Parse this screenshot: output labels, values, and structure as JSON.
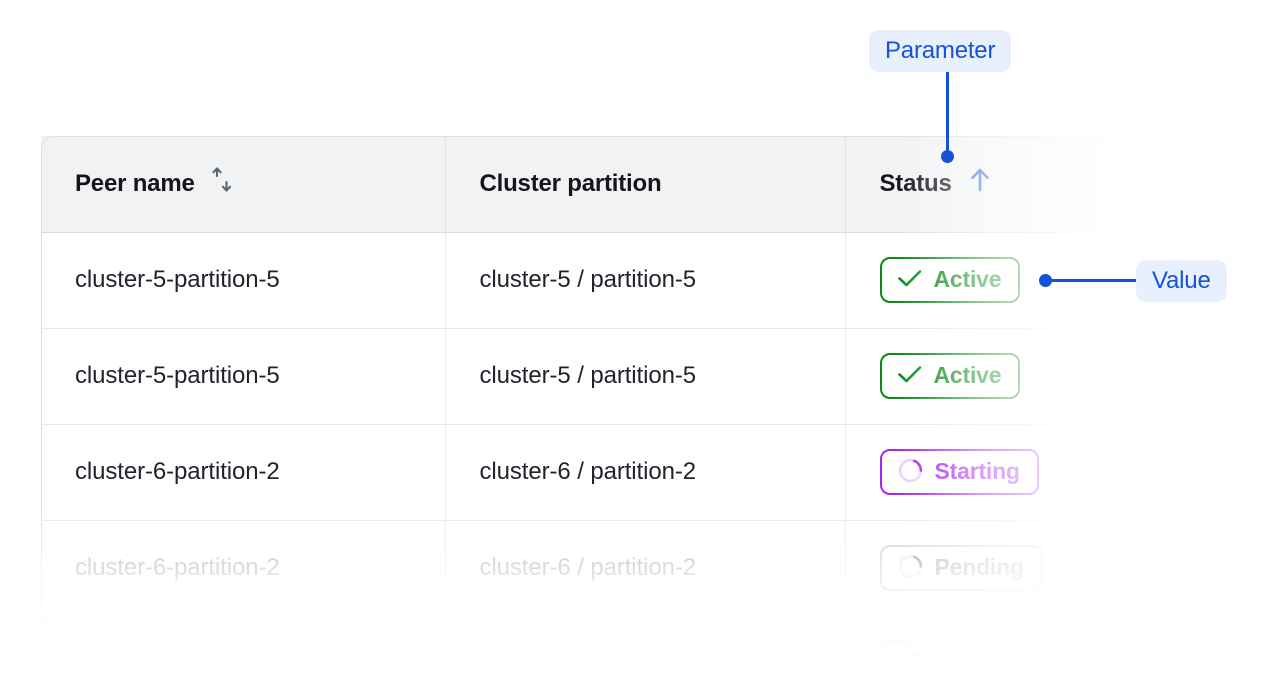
{
  "annotations": {
    "parameter": {
      "label": "Parameter",
      "color": "#1552d8",
      "badge_bg": "#e8f0fe"
    },
    "value": {
      "label": "Value",
      "color": "#1552d8",
      "badge_bg": "#e8f0fe"
    }
  },
  "table": {
    "columns": [
      {
        "key": "peer_name",
        "label": "Peer name",
        "sort_icon": "sort-updown-icon",
        "sort_state": "none"
      },
      {
        "key": "cluster_partition",
        "label": "Cluster partition",
        "sort_icon": "",
        "sort_state": "none"
      },
      {
        "key": "status",
        "label": "Status",
        "sort_icon": "sort-asc-arrow-icon",
        "sort_state": "ascending"
      }
    ],
    "rows": [
      {
        "peer_name": "cluster-5-partition-5",
        "cluster_partition": "cluster-5 / partition-5",
        "status": {
          "label": "Active",
          "variant": "active",
          "icon": "check-icon",
          "color": "#0a8a19"
        },
        "dimmed": false
      },
      {
        "peer_name": "cluster-5-partition-5",
        "cluster_partition": "cluster-5 / partition-5",
        "status": {
          "label": "Active",
          "variant": "active",
          "icon": "check-icon",
          "color": "#0a8a19"
        },
        "dimmed": false
      },
      {
        "peer_name": "cluster-6-partition-2",
        "cluster_partition": "cluster-6 / partition-2",
        "status": {
          "label": "Starting",
          "variant": "starting",
          "icon": "spinner-icon",
          "color": "#a726ef"
        },
        "dimmed": false
      },
      {
        "peer_name": "cluster-6-partition-2",
        "cluster_partition": "cluster-6 / partition-2",
        "status": {
          "label": "Pending",
          "variant": "pending",
          "icon": "spinner-icon",
          "color": "#8d9197"
        },
        "dimmed": true
      },
      {
        "peer_name": "",
        "cluster_partition": "",
        "status": {
          "label": "",
          "variant": "pending",
          "icon": "spinner-icon",
          "color": "#8d9197"
        },
        "dimmed": true
      }
    ]
  }
}
